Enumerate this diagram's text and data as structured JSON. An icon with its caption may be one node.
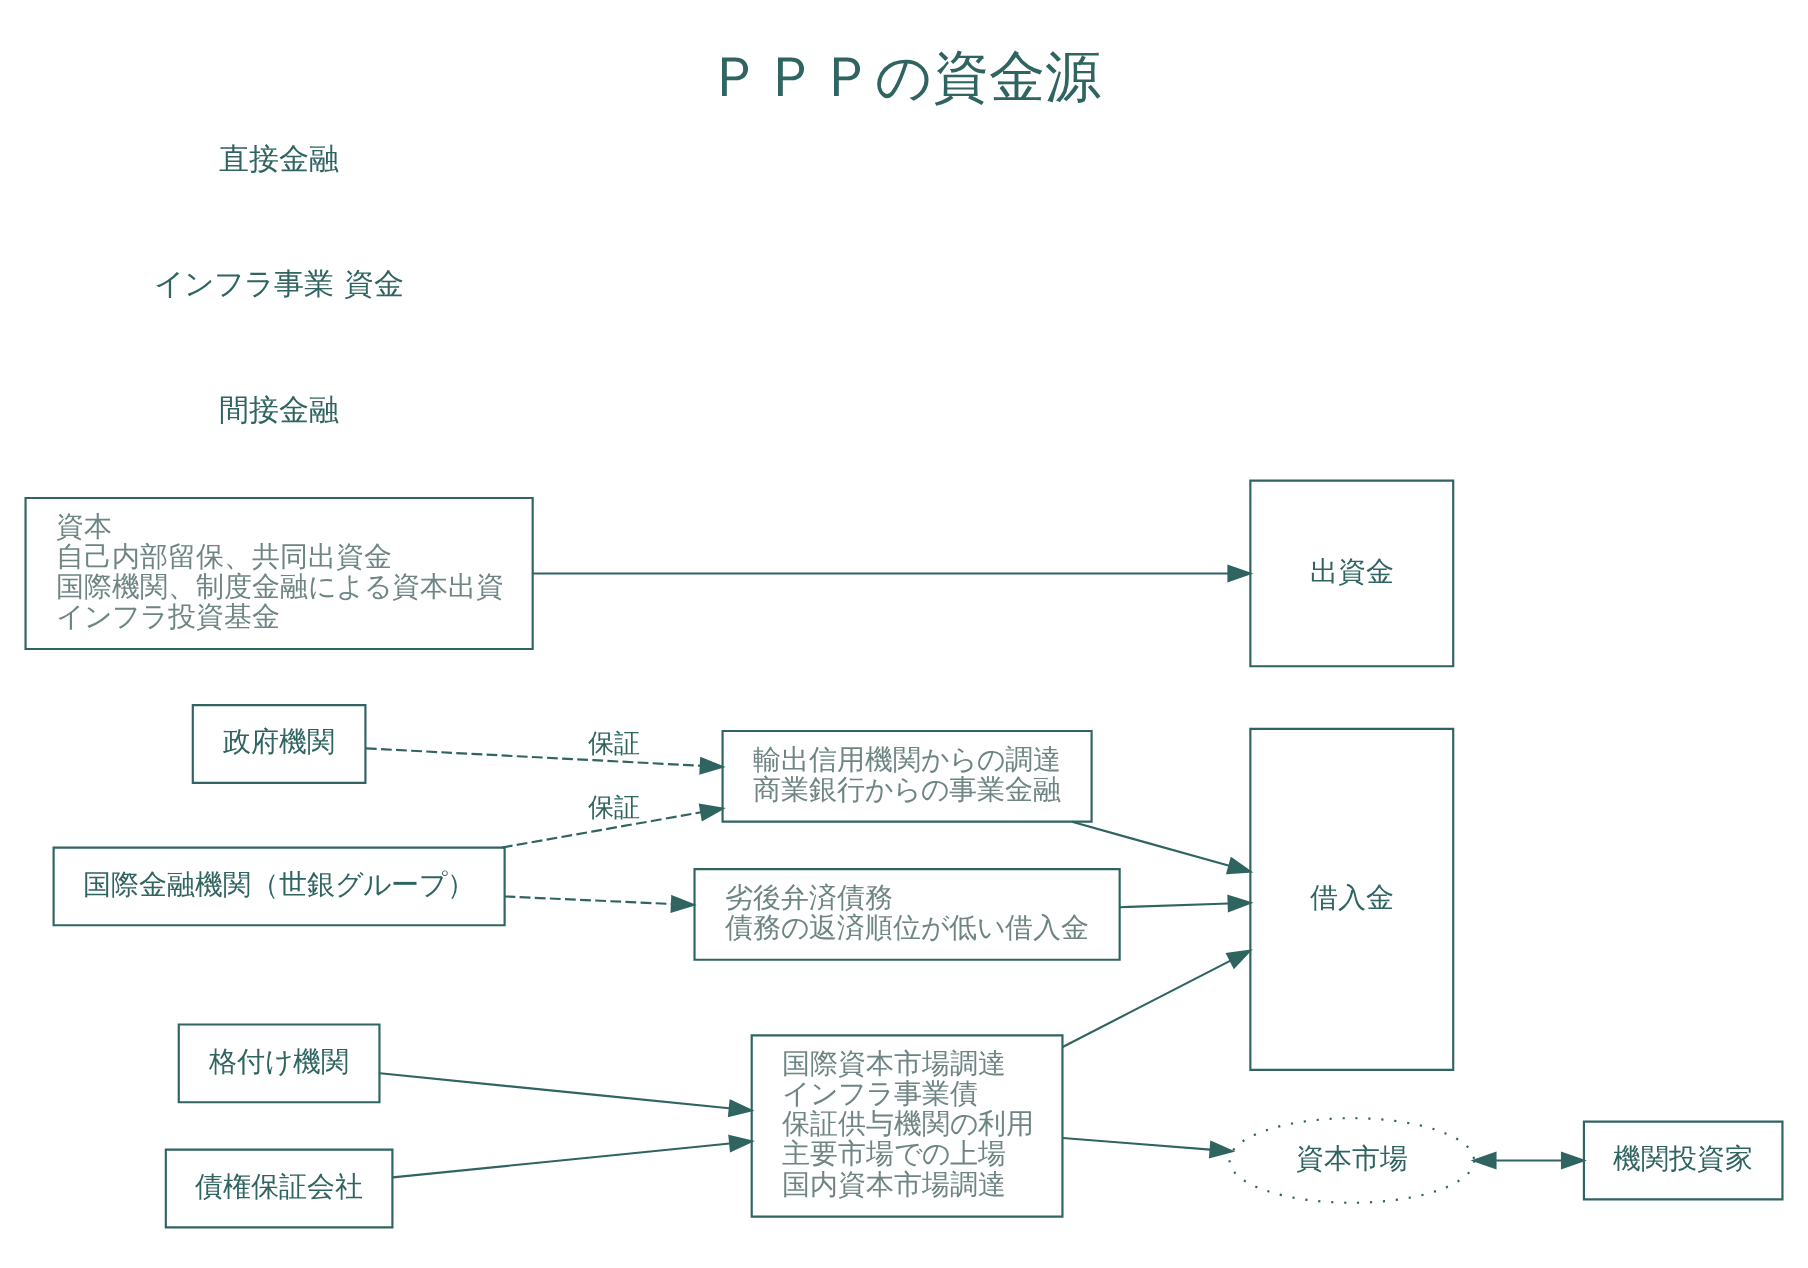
{
  "diagram": {
    "title": "ＰＰＰの資金源",
    "nodes": [
      {
        "text": [
          "政府機関"
        ]
      },
      {
        "text": [
          "輸出信用機関からの調達",
          "商業銀行からの事業金融"
        ]
      },
      {
        "text": [
          "国際金融機関（世銀グループ）"
        ]
      },
      {
        "text": [
          "劣後弁済債務",
          "債務の返済順位が低い借入金"
        ]
      },
      {
        "text": [
          "資本",
          "自己内部留保、共同出資金",
          "国際機関、制度金融による資本出資",
          "インフラ投資基金"
        ]
      },
      {
        "text": [
          "借入金"
        ]
      },
      {
        "text": [
          "出資金"
        ]
      },
      {
        "text": [
          "国際資本市場調達",
          "インフラ事業債",
          "保証供与機関の利用",
          "主要市場での上場",
          "国内資本市場調達"
        ]
      },
      {
        "text": [
          "格付け機関"
        ]
      },
      {
        "text": [
          "債権保証会社"
        ]
      },
      {
        "text": [
          "資本市場"
        ]
      },
      {
        "text": [
          "機関投資家"
        ]
      }
    ],
    "edges": [
      {
        "from": 0,
        "to": 1,
        "arrow": "to",
        "label": "保証",
        "style": "dashed"
      },
      {
        "from": 2,
        "to": 1,
        "arrow": "to",
        "label": "保証",
        "style": "dashed"
      },
      {
        "from": 2,
        "to": 3,
        "arrow": "to",
        "style": "dashed"
      },
      {
        "from": 1,
        "to": 5,
        "arrow": "to"
      },
      {
        "from": 3,
        "to": 5,
        "arrow": "to"
      },
      {
        "from": 4,
        "to": 6,
        "arrow": "to"
      },
      {
        "from": 7,
        "to": 5,
        "arrow": "to"
      },
      {
        "from": 8,
        "to": 7,
        "arrow": "to"
      },
      {
        "from": 9,
        "to": 7,
        "arrow": "to"
      },
      {
        "from": 7,
        "to": 10,
        "arrow": "to"
      },
      {
        "from": 10,
        "to": 11,
        "arrow": "both"
      }
    ],
    "labels": [
      "間接金融",
      "インフラ事業 資金",
      "直接金融"
    ]
  }
}
